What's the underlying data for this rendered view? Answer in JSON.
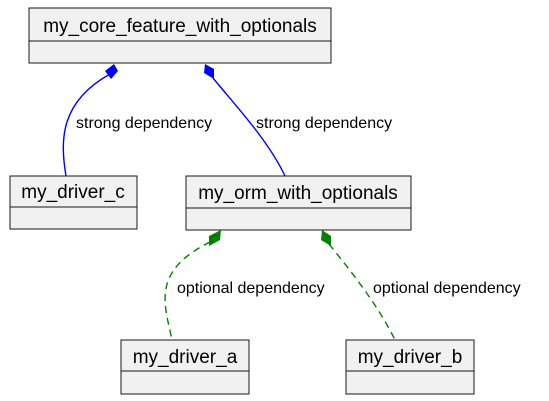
{
  "nodes": {
    "core": {
      "name": "my_core_feature_with_optionals"
    },
    "driver_c": {
      "name": "my_driver_c"
    },
    "orm": {
      "name": "my_orm_with_optionals"
    },
    "driver_a": {
      "name": "my_driver_a"
    },
    "driver_b": {
      "name": "my_driver_b"
    }
  },
  "edges": {
    "core_driver_c": {
      "label": "strong dependency",
      "style": "solid",
      "color": "#0000ff"
    },
    "core_orm": {
      "label": "strong dependency",
      "style": "solid",
      "color": "#0000ff"
    },
    "orm_driver_a": {
      "label": "optional dependency",
      "style": "dashed",
      "color": "#008000"
    },
    "orm_driver_b": {
      "label": "optional dependency",
      "style": "dashed",
      "color": "#008000"
    }
  },
  "colors": {
    "node_fill": "#f1f1f1",
    "node_border": "#181818",
    "strong_edge": "#0000ff",
    "optional_edge": "#008000"
  }
}
